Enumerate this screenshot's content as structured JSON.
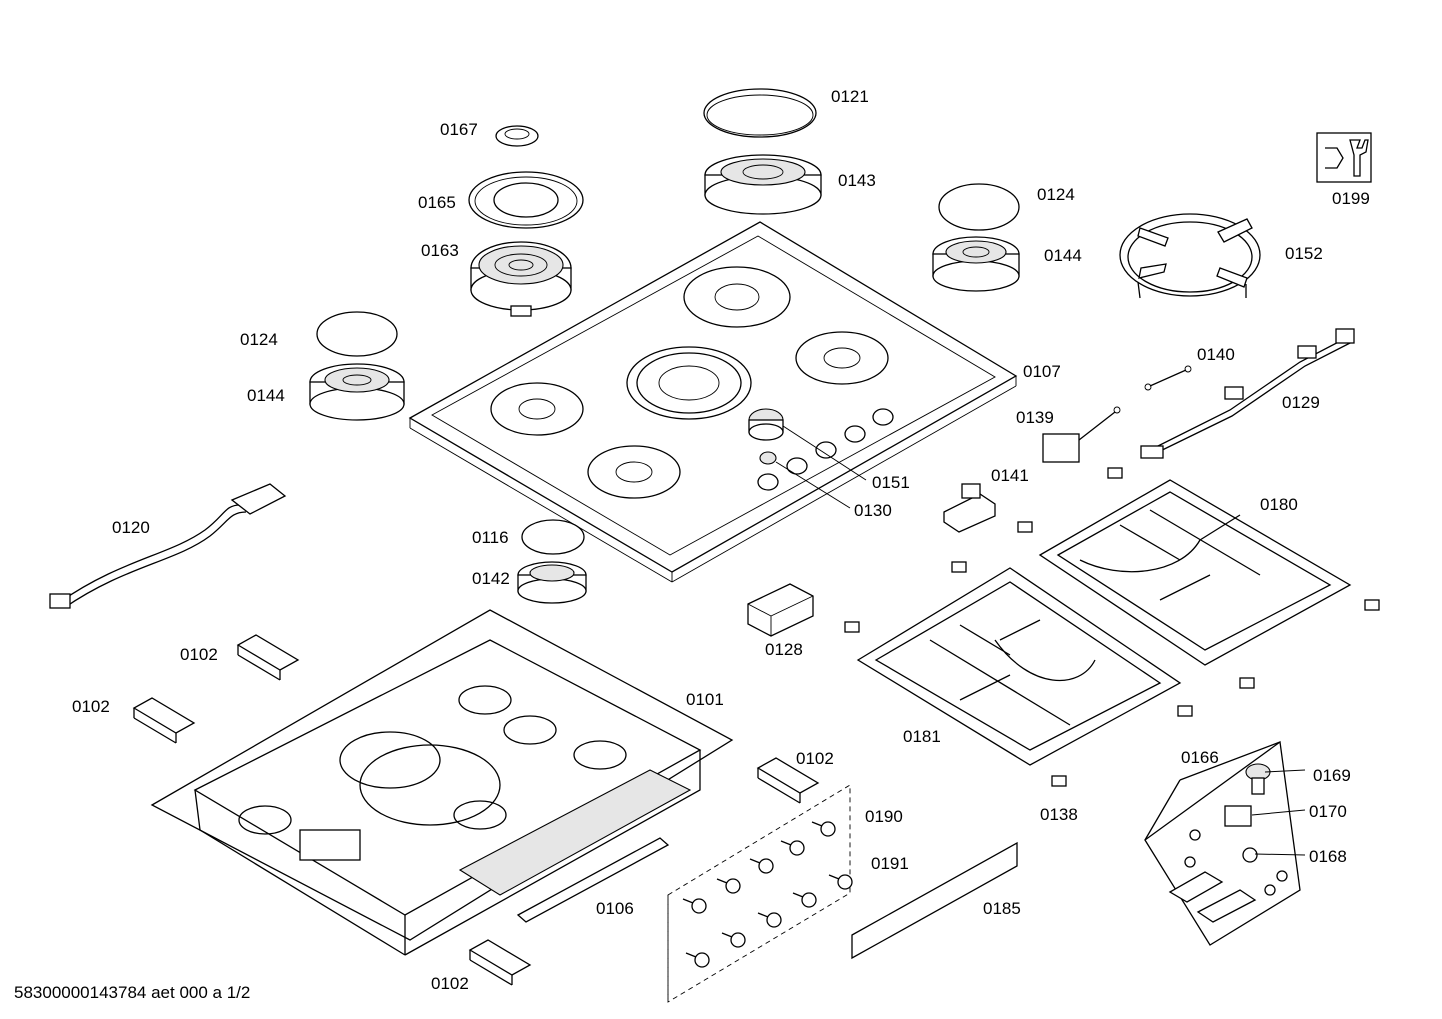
{
  "labels": {
    "p0121": "0121",
    "p0167": "0167",
    "p0143": "0143",
    "p0165": "0165",
    "p0163": "0163",
    "p0124_right": "0124",
    "p0144_right": "0144",
    "p0199": "0199",
    "p0152": "0152",
    "p0124_left": "0124",
    "p0144_left": "0144",
    "p0107": "0107",
    "p0140": "0140",
    "p0129": "0129",
    "p0139": "0139",
    "p0151": "0151",
    "p0130": "0130",
    "p0141": "0141",
    "p0180": "0180",
    "p0120": "0120",
    "p0116": "0116",
    "p0142": "0142",
    "p0128": "0128",
    "p0102_a": "0102",
    "p0102_b": "0102",
    "p0102_c": "0102",
    "p0102_d": "0102",
    "p0101": "0101",
    "p0181": "0181",
    "p0166": "0166",
    "p0169": "0169",
    "p0170": "0170",
    "p0168": "0168",
    "p0138": "0138",
    "p0190": "0190",
    "p0191": "0191",
    "p0106": "0106",
    "p0185": "0185"
  },
  "footer": {
    "doc_id": "58300000143784 aet 000 a 1/2"
  }
}
